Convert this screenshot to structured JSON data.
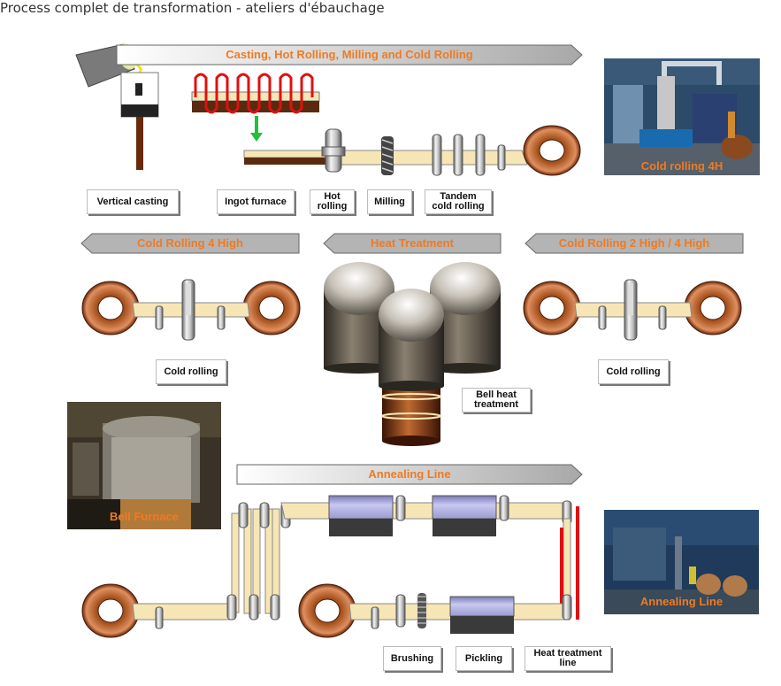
{
  "title": "Process complet de transformation - ateliers d'ébauchage",
  "banners": {
    "casting": "Casting, Hot Rolling, Milling and Cold Rolling",
    "cold4h": "Cold Rolling 4 High",
    "heat": "Heat Treatment",
    "cold24": "Cold Rolling 2 High / 4 High",
    "annealing": "Annealing Line"
  },
  "labels": {
    "vertical_casting": "Vertical casting",
    "ingot_furnace": "Ingot furnace",
    "hot_rolling": "Hot\nrolling",
    "milling": "Milling",
    "tandem": "Tandem\ncold rolling",
    "cold_rolling_left": "Cold rolling",
    "cold_rolling_right": "Cold rolling",
    "bell_heat": "Bell heat\ntreatment",
    "brushing": "Brushing",
    "pickling": "Pickling",
    "heat_line": "Heat treatment\nline"
  },
  "photos": {
    "cold4h": "Cold rolling 4H",
    "bell": "Bell Furnace",
    "annealing": "Annealing Line"
  },
  "colors": {
    "accent": "#f07a22",
    "strip": "#f7e6b5",
    "copper": "#9a4a1a",
    "heater": "#e01010"
  }
}
